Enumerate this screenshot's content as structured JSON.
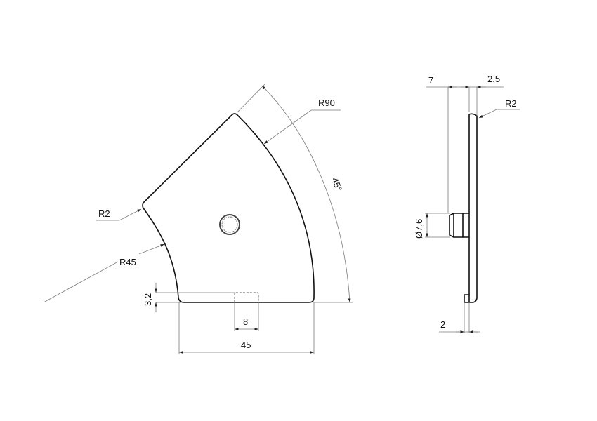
{
  "drawing": {
    "front_view": {
      "dimensions": {
        "outer_radius": "R90",
        "inner_radius": "R45",
        "corner_radius": "R2",
        "angle": "45°",
        "slot_height": "3,2",
        "slot_width": "8",
        "base_width": "45"
      }
    },
    "side_view": {
      "dimensions": {
        "pin_length": "7",
        "plate_thickness": "2,5",
        "corner_radius": "R2",
        "pin_diameter": "Ø7,6",
        "lip_width": "2"
      }
    }
  },
  "colors": {
    "outline": "#111111",
    "dimension_line": "#7a7a7a",
    "background": "#ffffff"
  }
}
